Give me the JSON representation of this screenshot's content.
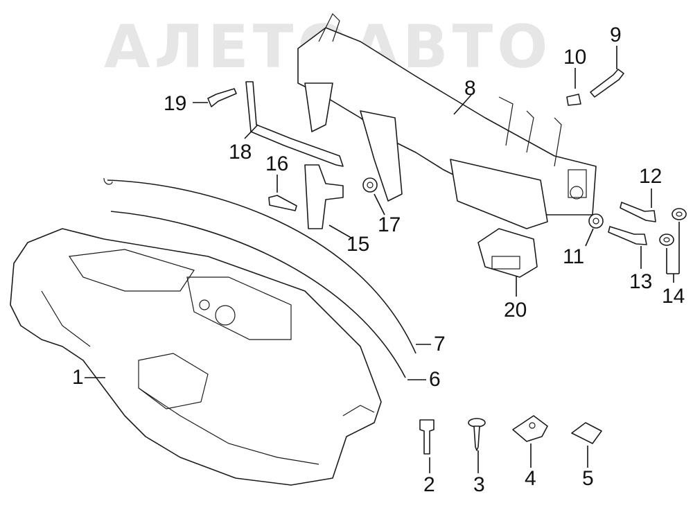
{
  "watermark": "АЛЕТОАВТО",
  "callouts": {
    "c1": "1",
    "c2": "2",
    "c3": "3",
    "c4": "4",
    "c5": "5",
    "c6": "6",
    "c7": "7",
    "c8": "8",
    "c9": "9",
    "c10": "10",
    "c11": "11",
    "c12": "12",
    "c13": "13",
    "c14": "14",
    "c15": "15",
    "c16": "16",
    "c17": "17",
    "c18": "18",
    "c19": "19",
    "c20": "20"
  }
}
